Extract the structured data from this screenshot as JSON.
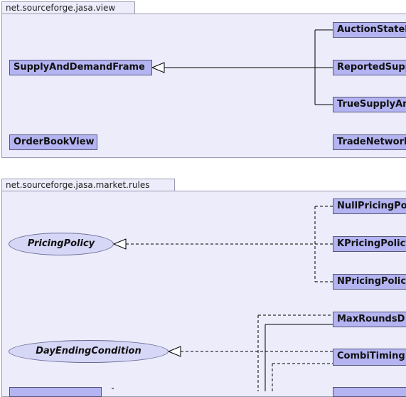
{
  "packages": [
    {
      "name": "net.sourceforge.jasa.view",
      "classes": [
        "SupplyAndDemandFrame",
        "AuctionStateP",
        "ReportedSupp",
        "TrueSupplyAn",
        "OrderBookView",
        "TradeNetwork"
      ]
    },
    {
      "name": "net.sourceforge.jasa.market.rules",
      "interfaces": [
        "PricingPolicy",
        "DayEndingCondition"
      ],
      "classes": [
        "NullPricingPol",
        "KPricingPolicy",
        "NPricingPolic",
        "MaxRoundsD",
        "CombiTiming"
      ]
    }
  ],
  "colors": {
    "package_fill": "#ececfb",
    "package_border": "#9a9ab2",
    "class_fill": "#b4b4f2",
    "interface_fill": "#d6d6f6"
  }
}
